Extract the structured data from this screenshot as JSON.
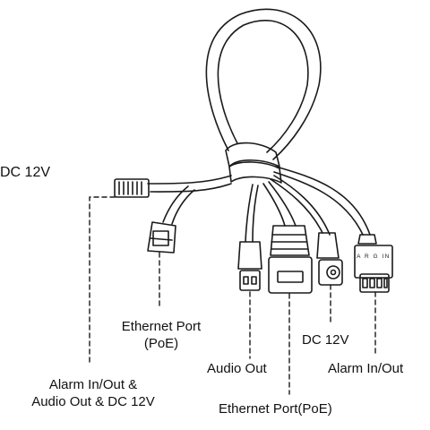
{
  "labels": {
    "dc12v_left": "DC 12V",
    "eth_left_line1": "Ethernet Port",
    "eth_left_line2": "(PoE)",
    "dc12v_right": "DC 12V",
    "audio_out": "Audio Out",
    "alarm_right": "Alarm In/Out",
    "alarm_combo_line1": "Alarm In/Out &",
    "alarm_combo_line2": "Audio Out & DC 12V",
    "eth_bottom": "Ethernet Port(PoE)",
    "terminal_markings": "A R G IN"
  },
  "colors": {
    "line": "#1a1a1a",
    "background": "#ffffff"
  }
}
